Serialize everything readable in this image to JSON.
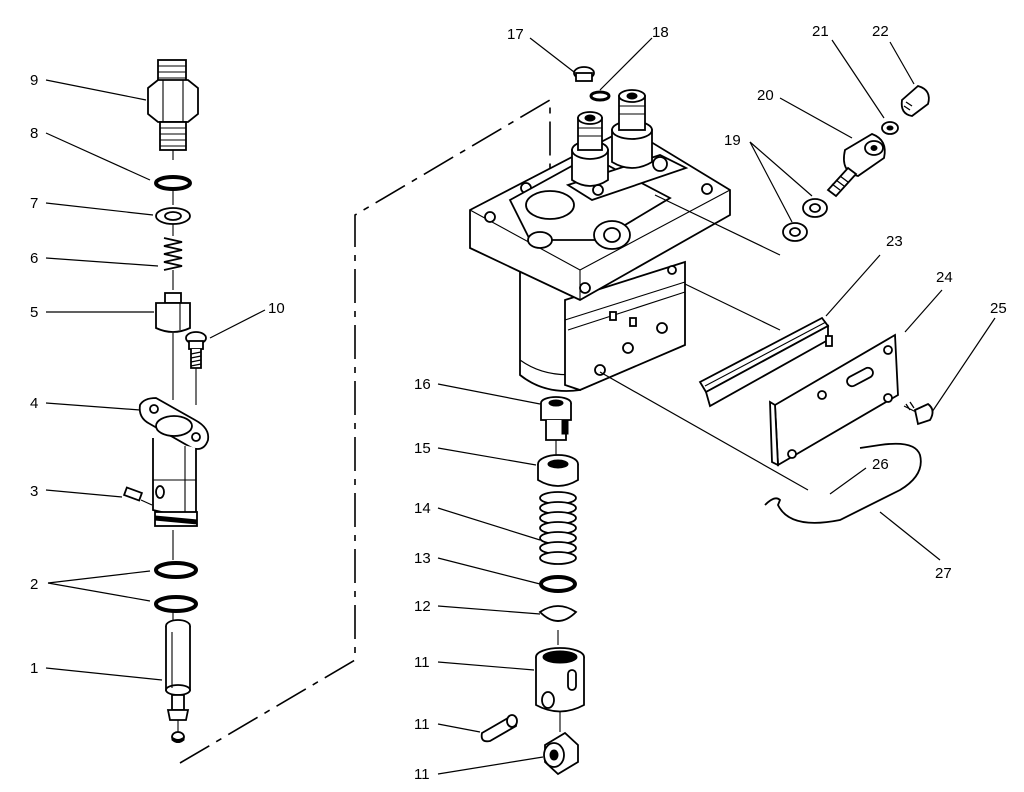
{
  "callouts": {
    "c1": "1",
    "c2": "2",
    "c3": "3",
    "c4": "4",
    "c5": "5",
    "c6": "6",
    "c7": "7",
    "c8": "8",
    "c9": "9",
    "c10": "10",
    "c11a": "11",
    "c11b": "11",
    "c11c": "11",
    "c12": "12",
    "c13": "13",
    "c14": "14",
    "c15": "15",
    "c16": "16",
    "c17": "17",
    "c18": "18",
    "c19": "19",
    "c20": "20",
    "c21": "21",
    "c22": "22",
    "c23": "23",
    "c24": "24",
    "c25": "25",
    "c26": "26",
    "c27": "27"
  }
}
